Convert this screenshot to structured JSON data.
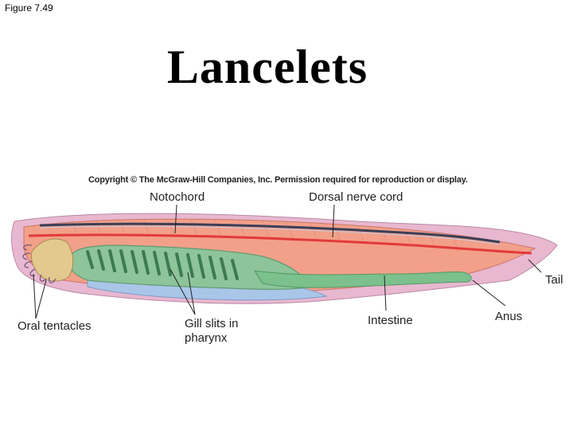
{
  "figure_label": "Figure 7.49",
  "title": "Lancelets",
  "copyright": "Copyright © The McGraw-Hill Companies, Inc. Permission required for reproduction or display.",
  "labels": {
    "notochord": "Notochord",
    "dorsal_nerve_cord": "Dorsal nerve cord",
    "tail": "Tail",
    "anus": "Anus",
    "intestine": "Intestine",
    "gill_slits_line1": "Gill slits in",
    "gill_slits_line2": "pharynx",
    "oral_tentacles": "Oral tentacles"
  },
  "colors": {
    "body": "#f2a08a",
    "fin": "#e8b7d0",
    "pharynx": "#8dc49a",
    "intestine": "#7cc08e",
    "blue_region": "#a9c6e8",
    "notochord_red": "#e23a3a",
    "nerve_cord": "#3a3f58"
  }
}
